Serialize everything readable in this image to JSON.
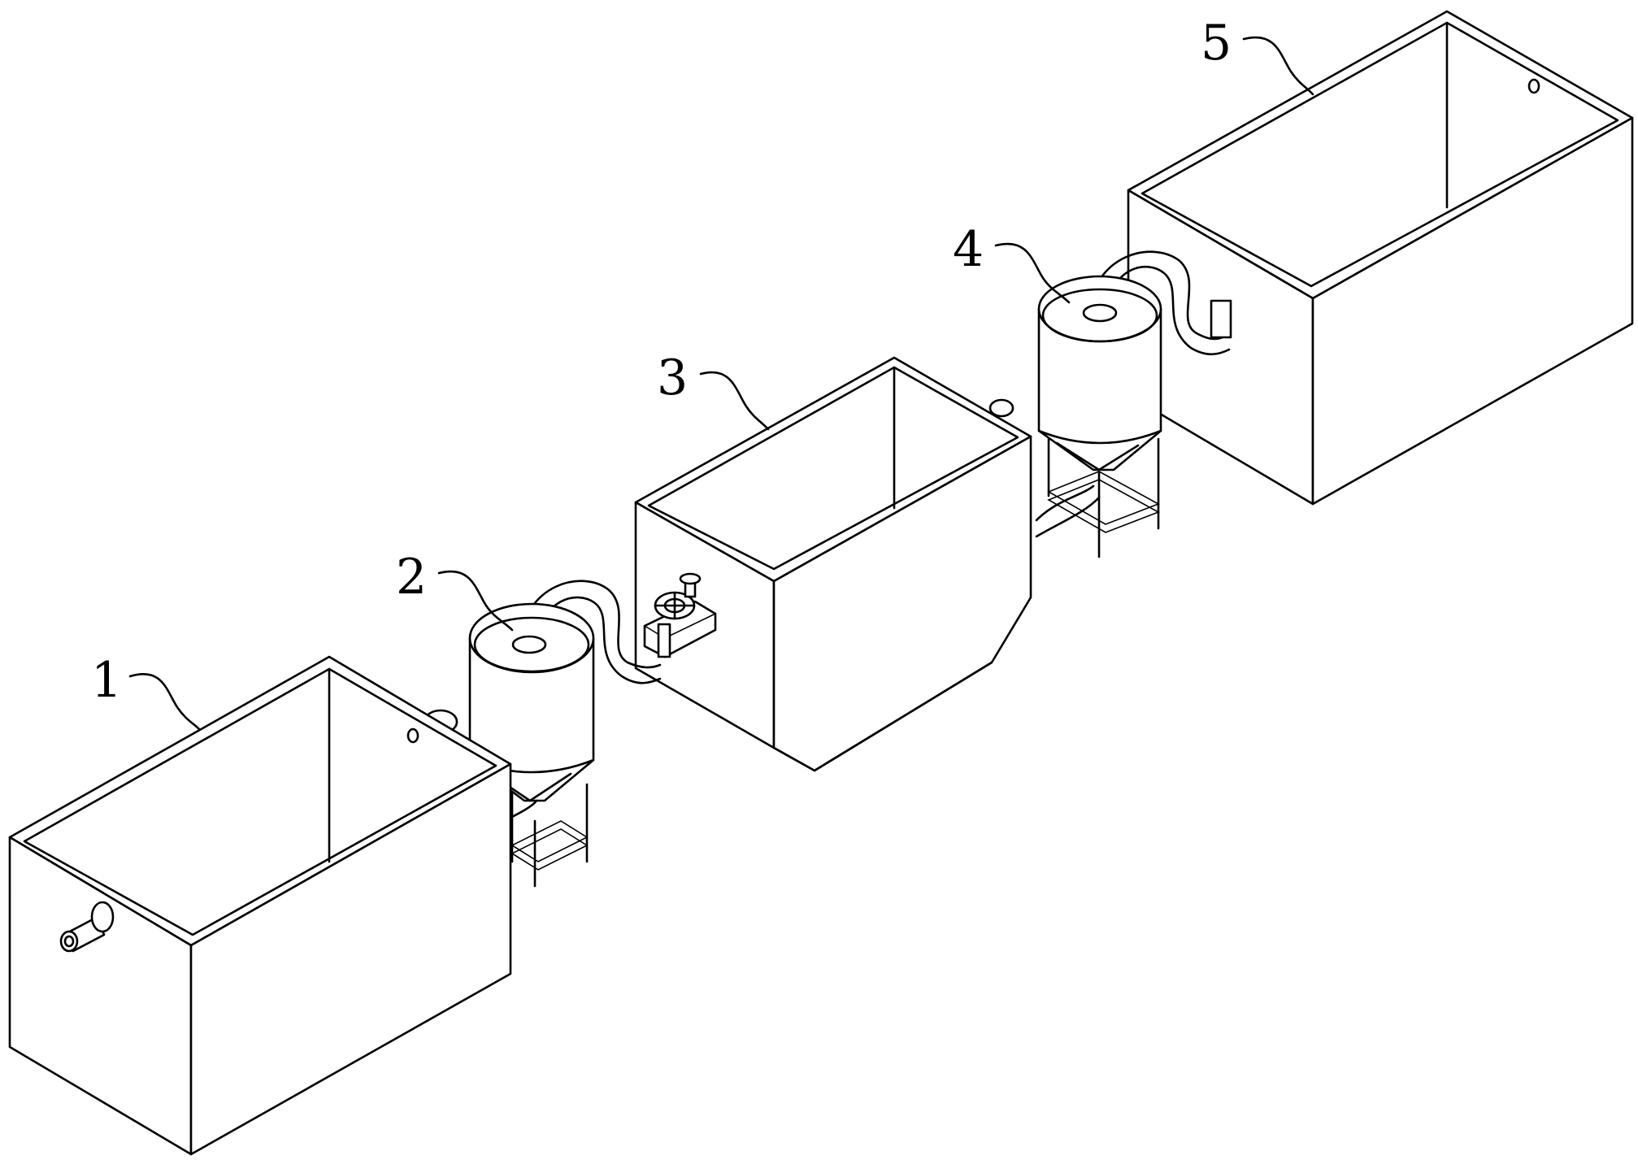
{
  "labels": {
    "tank_1": "1",
    "hopper_2": "2",
    "tank_3": "3",
    "hopper_4": "4",
    "tank_5": "5"
  },
  "colors": {
    "stroke": "#000000",
    "background": "#ffffff"
  }
}
